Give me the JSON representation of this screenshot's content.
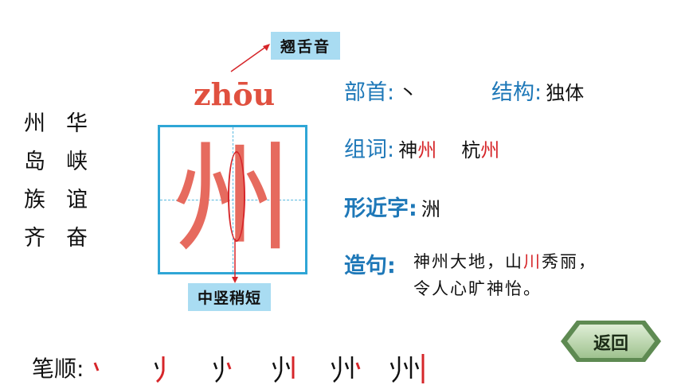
{
  "chars": [
    [
      "州",
      "华"
    ],
    [
      "岛",
      "峡"
    ],
    [
      "族",
      "谊"
    ],
    [
      "齐",
      "奋"
    ]
  ],
  "tag_top": "翘舌音",
  "tag_bottom": "中竖稍短",
  "pinyin": "zhōu",
  "big_char": "州",
  "radical": {
    "label": "部首:",
    "value": "丶"
  },
  "structure": {
    "label": "结构:",
    "value": "独体"
  },
  "words": {
    "label": "组词:",
    "w1_a": "神",
    "w1_b": "州",
    "w2_a": "杭",
    "w2_b": "州"
  },
  "similar": {
    "label": "形近字:",
    "value": "洲"
  },
  "sentence": {
    "label": "造句:",
    "l1_a": "神州大地，山",
    "l1_b": "川",
    "l1_c": "秀丽，",
    "l2": "令人心旷神怡。"
  },
  "stroke_order": {
    "label": "笔顺:",
    "glyphs": [
      "丶",
      "丿",
      "丶",
      "丨",
      "丶",
      "丨"
    ]
  },
  "back_button": "返回",
  "colors": {
    "accent_blue": "#1e78b8",
    "red": "#d6262a",
    "tag_bg": "#a9dcf2",
    "button_green": "#5e8a52"
  }
}
